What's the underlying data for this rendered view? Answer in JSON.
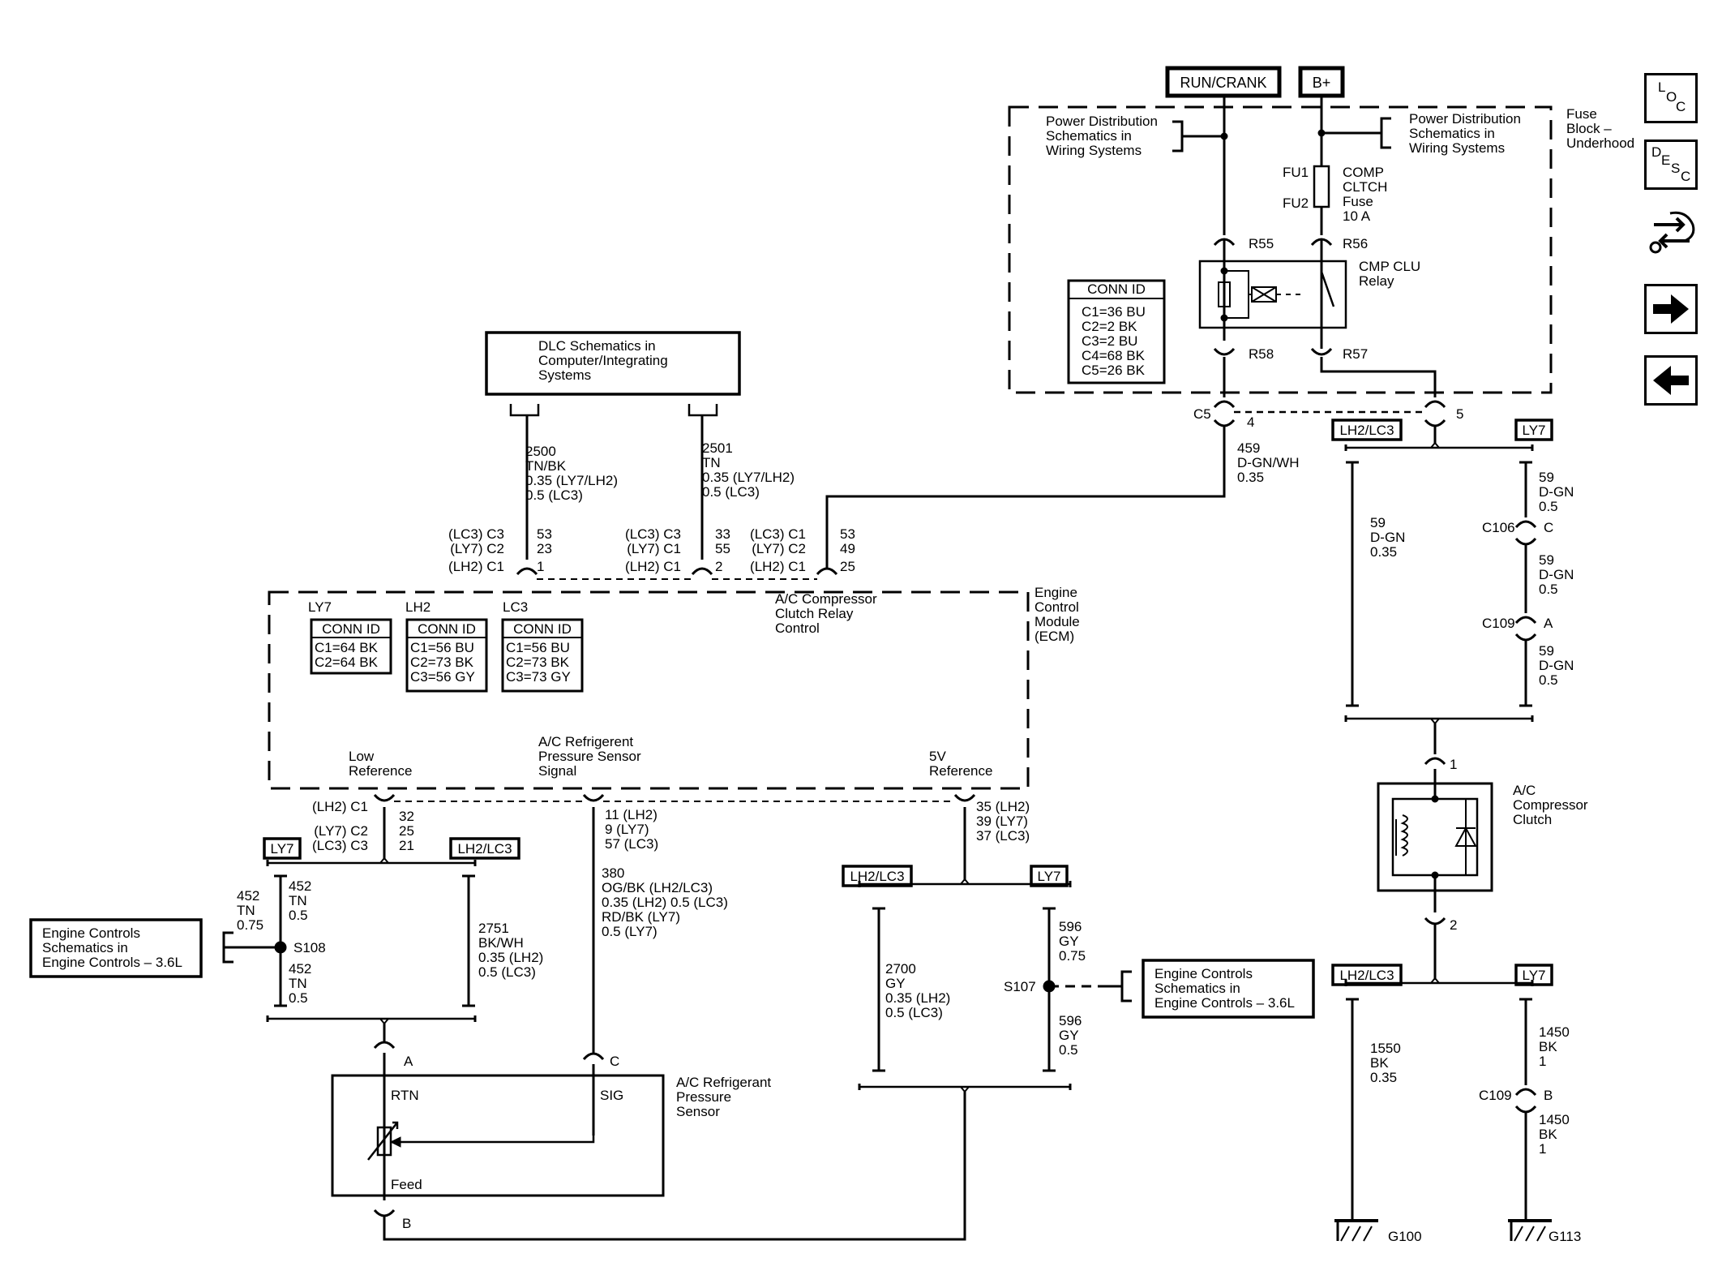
{
  "supply": {
    "run_crank": "RUN/CRANK",
    "bplus": "B+"
  },
  "fuse_block": {
    "pd_left": [
      "Power Distribution",
      "Schematics in",
      "Wiring Systems"
    ],
    "pd_right": [
      "Power Distribution",
      "Schematics in",
      "Wiring Systems"
    ],
    "label": [
      "Fuse",
      "Block –",
      "Underhood"
    ],
    "fuse_lines": [
      "COMP",
      "CLTCH",
      "Fuse",
      "10 A"
    ],
    "fu1": "FU1",
    "fu2": "FU2",
    "r55": "R55",
    "r56": "R56",
    "r58": "R58",
    "r57": "R57",
    "relay": [
      "CMP CLU",
      "Relay"
    ],
    "conn_title": "CONN ID",
    "conn": [
      "C1=36 BU",
      "C2=2 BK",
      "C3=2 BU",
      "C4=68 BK",
      "C5=26 BK"
    ]
  },
  "dlc": {
    "lines": [
      "DLC Schematics in",
      "Computer/Integrating",
      "Systems"
    ],
    "w2500": [
      "2500",
      "TN/BK",
      "0.35 (LY7/LH2)",
      "0.5 (LC3)"
    ],
    "w2501": [
      "2501",
      "TN",
      "0.35 (LY7/LH2)",
      "0.5 (LC3)"
    ]
  },
  "c5": {
    "label": "C5",
    "pin4": "4",
    "pin5": "5",
    "wire": [
      "459",
      "D-GN/WH",
      "0.35"
    ]
  },
  "ecm_pins_top": {
    "p1_left": [
      "(LC3) C3",
      "(LY7) C2",
      "(LH2) C1"
    ],
    "p1_right": [
      "53",
      "23",
      "1"
    ],
    "p2_left": [
      "(LC3) C3",
      "(LY7) C1",
      "(LH2) C1"
    ],
    "p2_right": [
      "33",
      "55",
      "2"
    ],
    "p3_left": [
      "(LC3) C1",
      "(LY7) C2",
      "(LH2) C1"
    ],
    "p3_right": [
      "53",
      "49",
      "25"
    ]
  },
  "ecm": {
    "label": [
      "Engine",
      "Control",
      "Module",
      "(ECM)"
    ],
    "relay_ctrl": [
      "A/C Compressor",
      "Clutch Relay",
      "Control"
    ],
    "ly7": "LY7",
    "lh2": "LH2",
    "lc3": "LC3",
    "conn_title": "CONN ID",
    "ly7_conn": [
      "C1=64 BK",
      "C2=64 BK"
    ],
    "lh2_conn": [
      "C1=56 BU",
      "C2=73 BK",
      "C3=56 GY"
    ],
    "lc3_conn": [
      "C1=56 BU",
      "C2=73 BK",
      "C3=73 GY"
    ],
    "low_ref": [
      "Low",
      "Reference"
    ],
    "sig": [
      "A/C Refrigerent",
      "Pressure Sensor",
      "Signal"
    ],
    "ref5v": [
      "5V",
      "Reference"
    ]
  },
  "ecm_pins_bottom": {
    "low_left": [
      "(LH2) C1",
      "(LY7) C2",
      "(LC3) C3"
    ],
    "low_right": [
      "32",
      "25",
      "21"
    ],
    "sig_right": [
      "11 (LH2)",
      "9 (LY7)",
      "57 (LC3)"
    ],
    "ref_right": [
      "35 (LH2)",
      "39 (LY7)",
      "37 (LC3)"
    ]
  },
  "wires": {
    "w452a": [
      "452",
      "TN",
      "0.75"
    ],
    "w452b": [
      "452",
      "TN",
      "0.5"
    ],
    "w452c": [
      "452",
      "TN",
      "0.5"
    ],
    "s108": "S108",
    "w2751": [
      "2751",
      "BK/WH",
      "0.35 (LH2)",
      "0.5 (LC3)"
    ],
    "w380": [
      "380",
      "OG/BK (LH2/LC3)",
      "0.35 (LH2) 0.5 (LC3)",
      "RD/BK (LY7)",
      "0.5 (LY7)"
    ],
    "w2700": [
      "2700",
      "GY",
      "0.35 (LH2)",
      "0.5 (LC3)"
    ],
    "w596a": [
      "596",
      "GY",
      "0.75"
    ],
    "w596b": [
      "596",
      "GY",
      "0.5"
    ],
    "s107": "S107"
  },
  "tags": {
    "ly7": "LY7",
    "lh2lc3": "LH2/LC3"
  },
  "engine_controls_left": [
    "Engine Controls",
    "Schematics in",
    "Engine Controls – 3.6L"
  ],
  "engine_controls_right": [
    "Engine Controls",
    "Schematics in",
    "Engine Controls – 3.6L"
  ],
  "sensor": {
    "label": [
      "A/C Refrigerant",
      "Pressure",
      "Sensor"
    ],
    "rtn": "RTN",
    "sig": "SIG",
    "feed": "Feed",
    "a": "A",
    "b": "B",
    "c": "C"
  },
  "right_col": {
    "w59a": [
      "59",
      "D-GN",
      "0.35"
    ],
    "w59b": [
      "59",
      "D-GN",
      "0.5"
    ],
    "w59c": [
      "59",
      "D-GN",
      "0.5"
    ],
    "w59d": [
      "59",
      "D-GN",
      "0.5"
    ],
    "c106": "C106",
    "c106pin": "C",
    "c109a": "C109",
    "c109apin": "A",
    "clutch": [
      "A/C",
      "Compressor",
      "Clutch"
    ],
    "pin1": "1",
    "pin2": "2",
    "w1550": [
      "1550",
      "BK",
      "0.35"
    ],
    "w1450a": [
      "1450",
      "BK",
      "1"
    ],
    "w1450b": [
      "1450",
      "BK",
      "1"
    ],
    "c109b": "C109",
    "c109bpin": "B",
    "g100": "G100",
    "g113": "G113"
  },
  "nav": {
    "loc": [
      "L",
      "O",
      "C"
    ],
    "desc": [
      "D",
      "E",
      "S",
      "C"
    ]
  }
}
